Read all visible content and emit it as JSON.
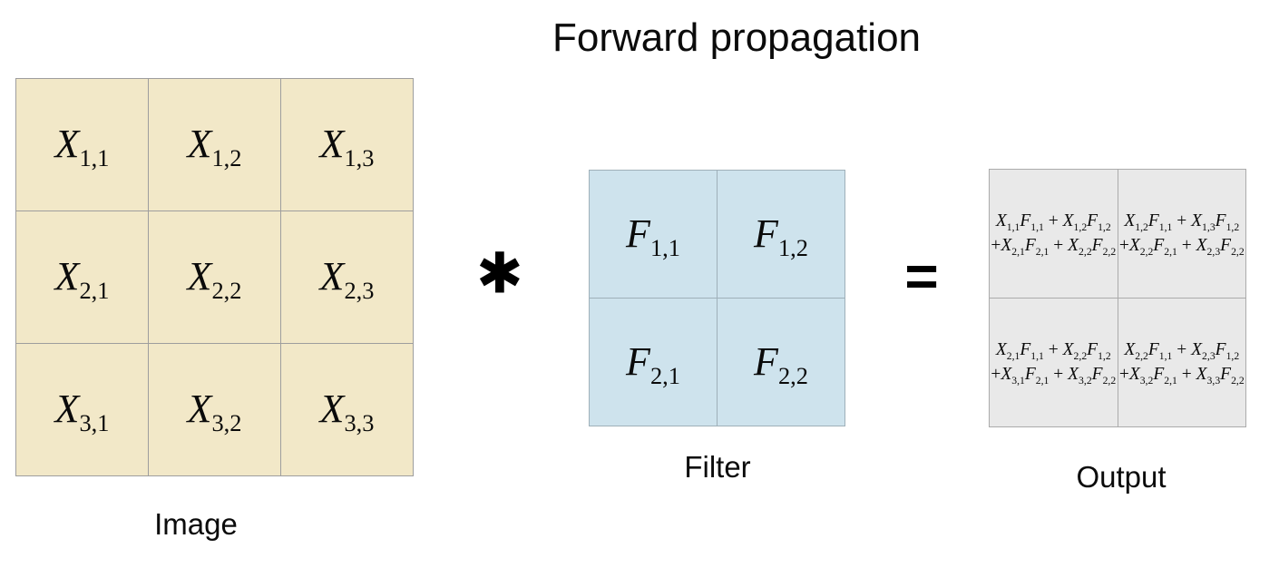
{
  "title": "Forward propagation",
  "operators": {
    "convolution": "✱",
    "equals": "="
  },
  "image": {
    "label": "Image",
    "cols": 3,
    "cell_color": "#f2e8c8",
    "border_color": "#9e9e9e",
    "cells": [
      "X_{1,1}",
      "X_{1,2}",
      "X_{1,3}",
      "X_{2,1}",
      "X_{2,2}",
      "X_{2,3}",
      "X_{3,1}",
      "X_{3,2}",
      "X_{3,3}"
    ]
  },
  "filter": {
    "label": "Filter",
    "cols": 2,
    "cell_color": "#cee3ed",
    "border_color": "#9fb0b9",
    "cells": [
      "F_{1,1}",
      "F_{1,2}",
      "F_{2,1}",
      "F_{2,2}"
    ]
  },
  "output": {
    "label": "Output",
    "cols": 2,
    "cell_color": "#e9e9e9",
    "border_color": "#ababab",
    "cells": [
      [
        "X_{1,1}F_{1,1} + X_{1,2}F_{1,2}",
        "+X_{2,1}F_{2,1} + X_{2,2}F_{2,2}"
      ],
      [
        "X_{1,2}F_{1,1} + X_{1,3}F_{1,2}",
        "+X_{2,2}F_{2,1} + X_{2,3}F_{2,2}"
      ],
      [
        "X_{2,1}F_{1,1} + X_{2,2}F_{1,2}",
        "+X_{3,1}F_{2,1} + X_{3,2}F_{2,2}"
      ],
      [
        "X_{2,2}F_{1,1} + X_{2,3}F_{1,2}",
        "+X_{3,2}F_{2,1} + X_{3,3}F_{2,2}"
      ]
    ]
  }
}
